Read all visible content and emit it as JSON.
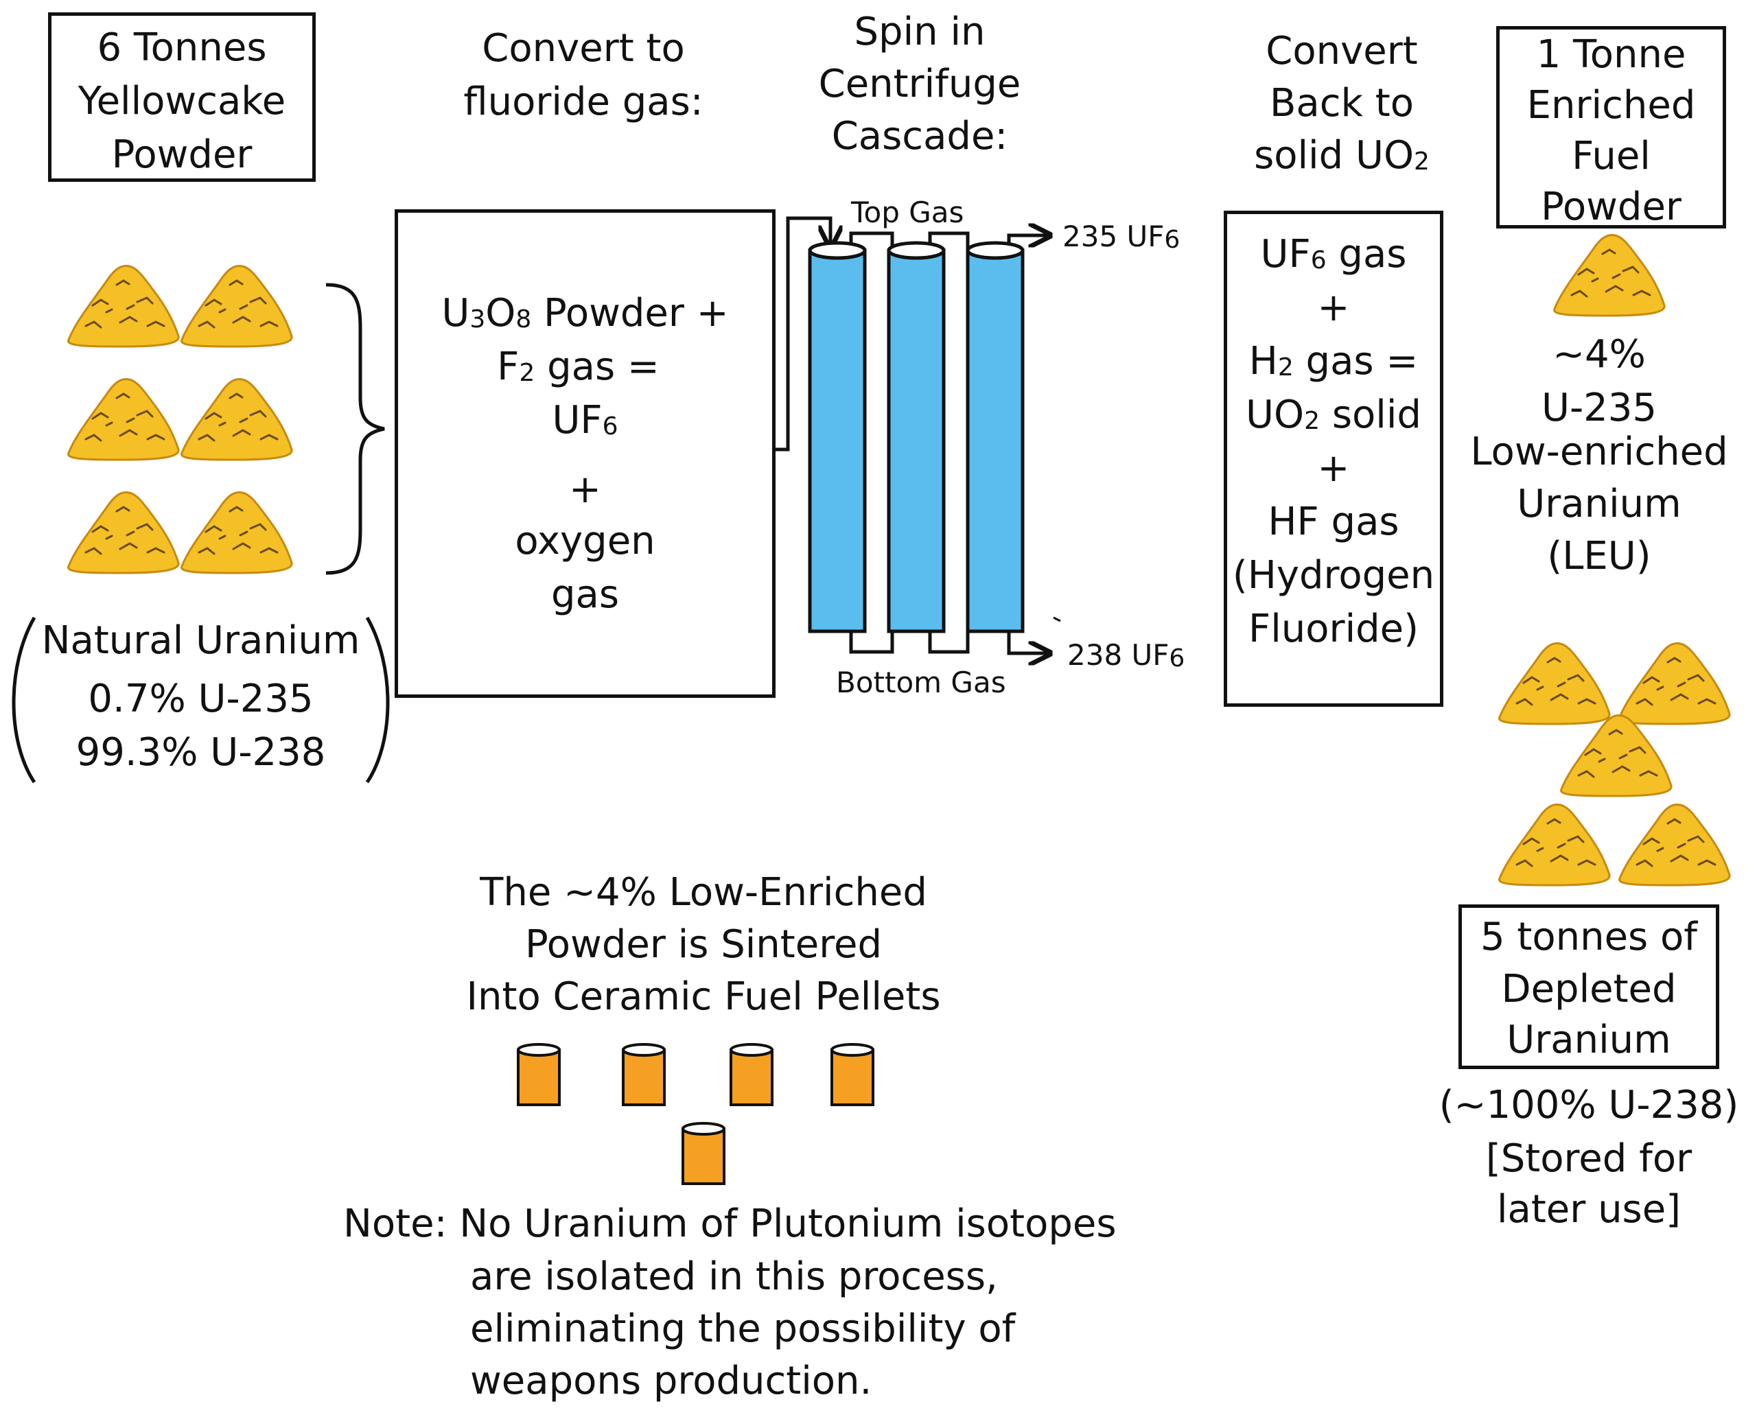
{
  "yellowcake_box": {
    "l1": "6 Tonnes",
    "l2": "Yellowcake",
    "l3": "Powder"
  },
  "natural": {
    "l1": "Natural Uranium",
    "l2": "0.7% U-235",
    "l3": "99.3% U-238"
  },
  "convert_fluoride": {
    "l1": "Convert to",
    "l2": "fluoride gas:"
  },
  "reaction1": {
    "u": "U",
    "u_sub": "3",
    "o": "O",
    "o_sub": "8",
    "powder": " Powder +",
    "f": "F",
    "f_sub": "2",
    "gas_eq": " gas =",
    "uf": "UF",
    "uf_sub": "6",
    "plus": "+",
    "oxygen": "oxygen",
    "gas": "gas"
  },
  "centrifuge": {
    "l1": "Spin in",
    "l2": "Centrifuge",
    "l3": "Cascade:",
    "top_gas": "Top Gas",
    "bottom_gas": "Bottom Gas",
    "out_top": "235 UF",
    "out_top_sub": "6",
    "out_bottom": "238 UF",
    "out_bottom_sub": "6"
  },
  "convert_back": {
    "l1": "Convert",
    "l2": "Back to",
    "l3": "solid UO",
    "l3_sub": "2"
  },
  "reaction2": {
    "uf": "UF",
    "uf_sub": "6",
    "uf_gas": " gas",
    "plus1": "+",
    "h": "H",
    "h_sub": "2",
    "h_gas": " gas  =",
    "uo": "UO",
    "uo_sub": "2",
    "uo_solid": "  solid",
    "plus2": "+",
    "hf": "HF gas",
    "hyd": "(Hydrogen",
    "flu": "Fluoride)"
  },
  "enriched_box": {
    "l1": "1 Tonne",
    "l2": "Enriched",
    "l3": "Fuel",
    "l4": "Powder"
  },
  "leu": {
    "l1": "~4%",
    "l2": "U-235",
    "l3": "Low-enriched",
    "l4": "Uranium",
    "l5": "(LEU)"
  },
  "depleted_box": {
    "l1": "5 tonnes of",
    "l2": "Depleted",
    "l3": "Uranium"
  },
  "depleted_note": {
    "l1": "(~100% U-238)",
    "l2": "[Stored for",
    "l3": "later use]"
  },
  "sinter": {
    "l1": "The ~4% Low-Enriched",
    "l2": "Powder is Sintered",
    "l3": "Into Ceramic Fuel Pellets"
  },
  "note": {
    "l1": "Note: No Uranium of Plutonium isotopes",
    "l2": "are isolated in this process,",
    "l3": "eliminating the possibility of",
    "l4": "weapons production."
  },
  "colors": {
    "powder": "#F4C025",
    "powder_edge": "#C78A10",
    "cylinder": "#5BBDEE",
    "pellet": "#F5A023",
    "ink": "#111111"
  },
  "icons": {
    "powder_pile": "yellowcake-pile-icon",
    "pellet": "fuel-pellet-icon",
    "centrifuge": "centrifuge-column-icon"
  }
}
